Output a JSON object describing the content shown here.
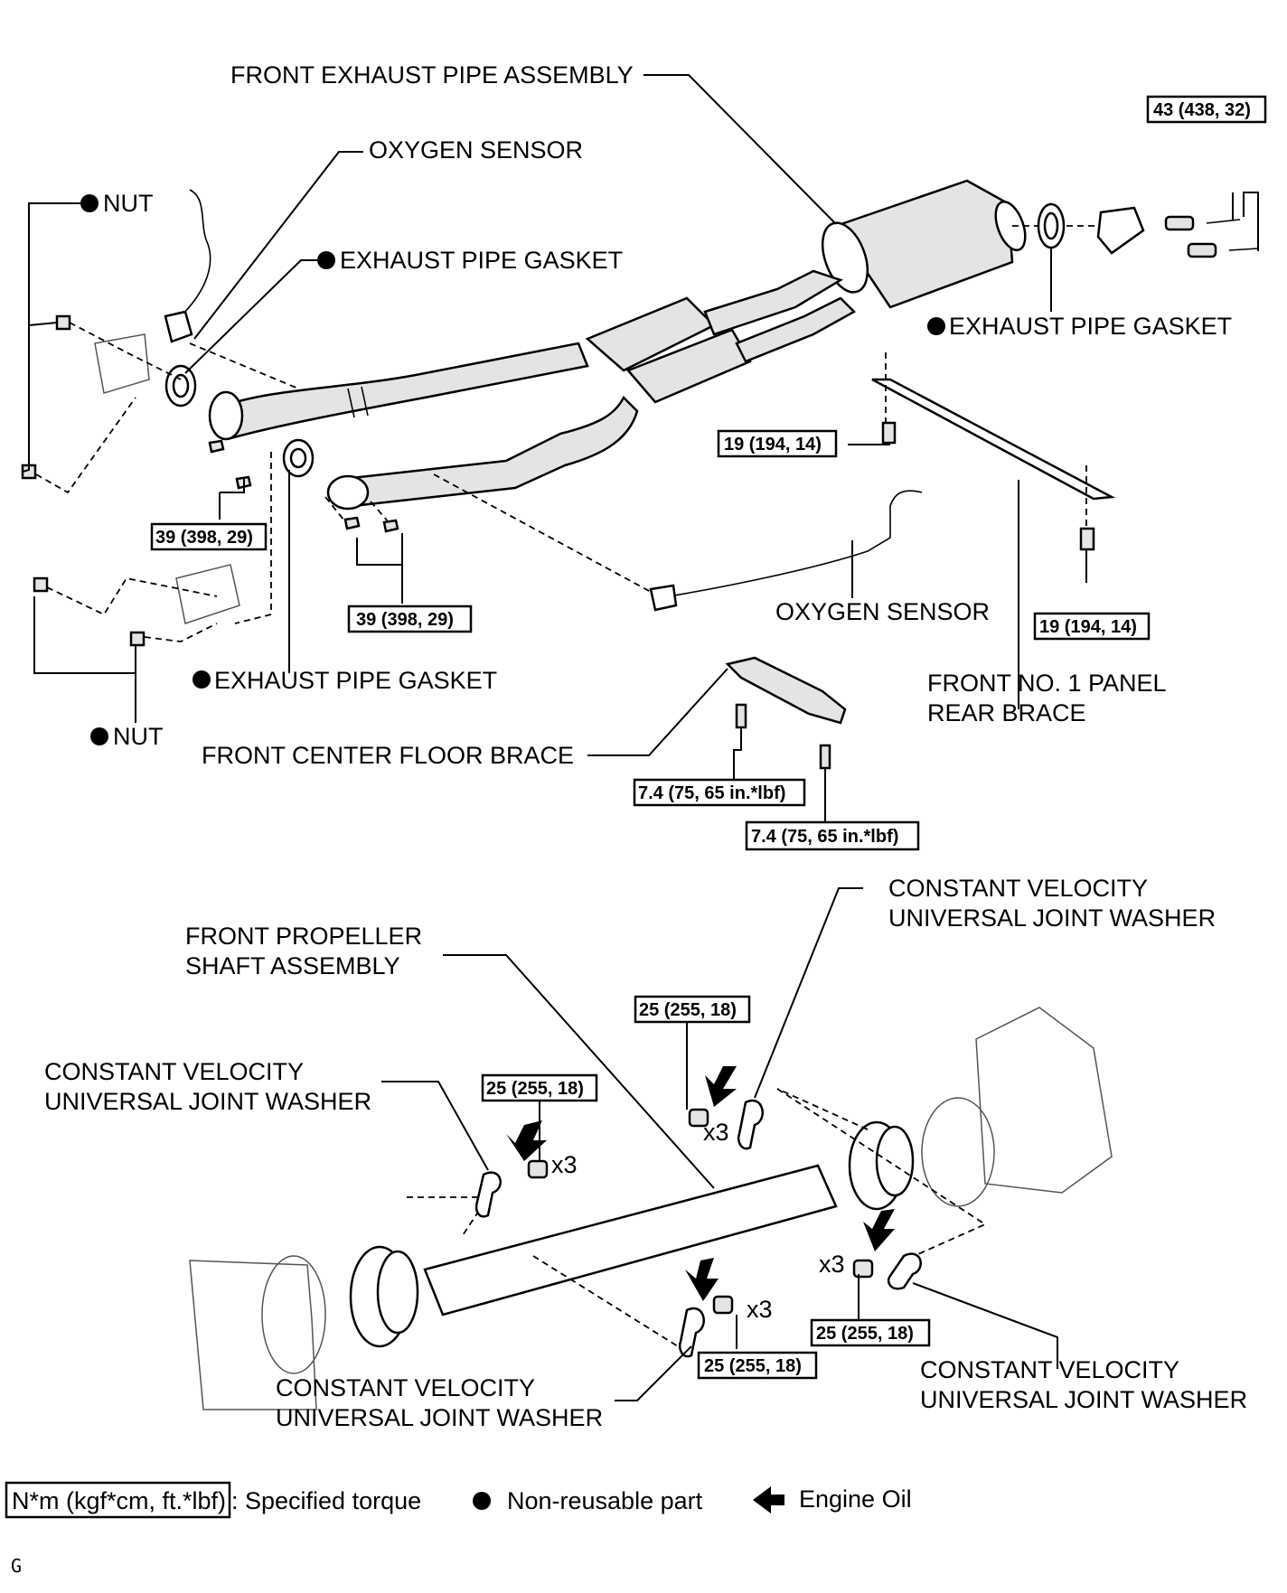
{
  "labels": {
    "front_exhaust_pipe_assembly": "FRONT EXHAUST PIPE ASSEMBLY",
    "oxygen_sensor_top": "OXYGEN SENSOR",
    "nut_top": "NUT",
    "exhaust_pipe_gasket_left": "EXHAUST PIPE GASKET",
    "exhaust_pipe_gasket_right": "EXHAUST PIPE GASKET",
    "exhaust_pipe_gasket_lower": "EXHAUST PIPE GASKET",
    "oxygen_sensor_right": "OXYGEN SENSOR",
    "front_no1_panel_rear_brace_line1": "FRONT NO. 1 PANEL",
    "front_no1_panel_rear_brace_line2": "REAR BRACE",
    "nut_bottom": "NUT",
    "front_center_floor_brace": "FRONT CENTER FLOOR BRACE",
    "cv_washer_top_right_line1": "CONSTANT VELOCITY",
    "cv_washer_top_right_line2": "UNIVERSAL JOINT WASHER",
    "front_propeller_shaft_line1": "FRONT PROPELLER",
    "front_propeller_shaft_line2": "SHAFT ASSEMBLY",
    "cv_washer_left_line1": "CONSTANT VELOCITY",
    "cv_washer_left_line2": "UNIVERSAL JOINT WASHER",
    "cv_washer_bottom_line1": "CONSTANT VELOCITY",
    "cv_washer_bottom_line2": "UNIVERSAL JOINT WASHER",
    "cv_washer_bottom_right_line1": "CONSTANT VELOCITY",
    "cv_washer_bottom_right_line2": "UNIVERSAL JOINT WASHER"
  },
  "torques": {
    "rear_flange_bolts": "43 (438, 32)",
    "brace_bolt_upper": "19 (194, 14)",
    "brace_bolt_lower": "19 (194, 14)",
    "left_flange_bolts": "39 (398, 29)",
    "center_flange_bolts": "39 (398, 29)",
    "floor_brace_bolt_1": "7.4 (75, 65 in.*lbf)",
    "floor_brace_bolt_2": "7.4 (75, 65 in.*lbf)",
    "shaft_bolts_top": "25 (255, 18)",
    "shaft_bolts_left": "25 (255, 18)",
    "shaft_bolts_bottom": "25 (255, 18)",
    "shaft_bolts_right": "25 (255, 18)"
  },
  "quantities": {
    "top": "x3",
    "left": "x3",
    "bottom": "x3",
    "right": "x3"
  },
  "legend": {
    "torque_box": "N*m (kgf*cm, ft.*lbf)",
    "torque_desc": ": Specified torque",
    "non_reusable": "Non-reusable part",
    "engine_oil": "Engine Oil"
  },
  "figure_code": "G",
  "icons": {
    "non_reusable": "filled-circle-icon",
    "engine_oil": "black-arrow-icon"
  }
}
